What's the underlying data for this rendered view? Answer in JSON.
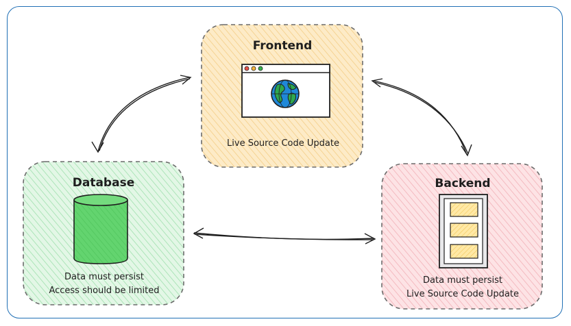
{
  "colors": {
    "frame": "#1f6fb5",
    "frontend_fill": "#fde8bd",
    "frontend_hatch": "#f6c97a",
    "database_fill": "#d6f5dc",
    "database_hatch": "#8fdca0",
    "backend_fill": "#fbd9dc",
    "backend_hatch": "#f0a5ad",
    "cylinder": "#5fd26b",
    "server_slot": "#ffe38a",
    "dashed_border": "#6b6b6b",
    "globe_water": "#1f88d8",
    "globe_land": "#2fa84f"
  },
  "nodes": {
    "frontend": {
      "title": "Frontend",
      "caption": "Live Source Code Update",
      "icon": "browser-globe-icon"
    },
    "database": {
      "title": "Database",
      "caption_line1": "Data must persist",
      "caption_line2": "Access should be limited",
      "icon": "database-cylinder-icon"
    },
    "backend": {
      "title": "Backend",
      "caption_line1": "Data must persist",
      "caption_line2": "Live Source Code Update",
      "icon": "server-rack-icon"
    }
  },
  "edges": [
    {
      "from": "database",
      "to": "frontend",
      "type": "bidirectional"
    },
    {
      "from": "frontend",
      "to": "backend",
      "type": "bidirectional"
    },
    {
      "from": "database",
      "to": "backend",
      "type": "bidirectional"
    }
  ]
}
